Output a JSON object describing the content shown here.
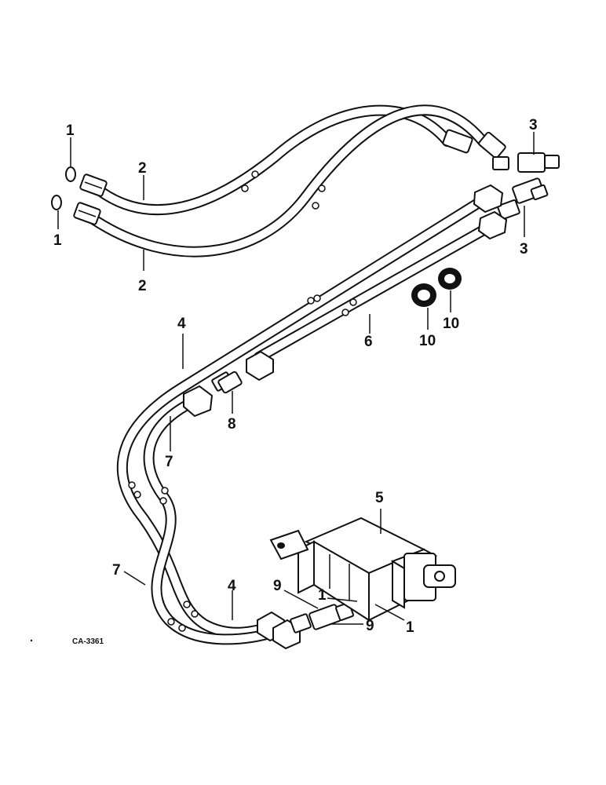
{
  "diagram_code": "CA-3361",
  "callouts": {
    "c1_top": "1",
    "c1_left": "1",
    "c1_cyl_top": "1",
    "c1_cyl_bottom": "1",
    "c2_top": "2",
    "c2_bottom": "2",
    "c3_top": "3",
    "c3_bottom": "3",
    "c4_upper": "4",
    "c4_lower": "4",
    "c5": "5",
    "c6": "6",
    "c7_upper": "7",
    "c7_lower": "7",
    "c8": "8",
    "c9_top": "9",
    "c9_bottom": "9",
    "c10_left": "10",
    "c10_right": "10"
  }
}
